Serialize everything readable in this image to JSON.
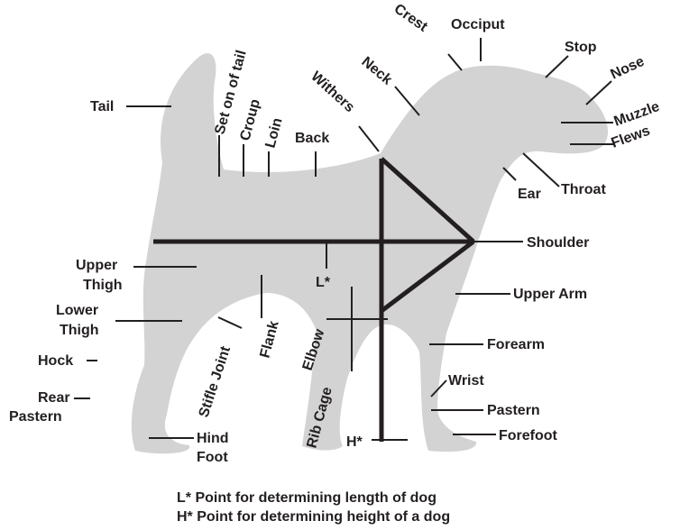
{
  "colors": {
    "background": "#ffffff",
    "silhouette": "#d3d3d3",
    "ink": "#231f20"
  },
  "labels": {
    "crest": "Crest",
    "occiput": "Occiput",
    "stop": "Stop",
    "nose": "Nose",
    "muzzle": "Muzzle",
    "flews": "Flews",
    "neck": "Neck",
    "withers": "Withers",
    "tail": "Tail",
    "set_on_of_tail": "Set on of tail",
    "croup": "Croup",
    "loin": "Loin",
    "back": "Back",
    "ear": "Ear",
    "throat": "Throat",
    "shoulder": "Shoulder",
    "upper_thigh_1": "Upper",
    "upper_thigh_2": "Thigh",
    "l_star": "L*",
    "upper_arm": "Upper Arm",
    "lower_thigh_1": "Lower",
    "lower_thigh_2": "Thigh",
    "flank": "Flank",
    "stifle_joint": "Stifle Joint",
    "elbow": "Elbow",
    "forearm": "Forearm",
    "hock": "Hock",
    "rib_cage": "Rib Cage",
    "wrist": "Wrist",
    "rear_pastern_1": "Rear",
    "rear_pastern_2": "Pastern",
    "pastern": "Pastern",
    "h_star": "H*",
    "forefoot": "Forefoot",
    "hind_foot_1": "Hind",
    "hind_foot_2": "Foot"
  },
  "legend": {
    "line1": "L* Point for determining length of dog",
    "line2": "H* Point for determining height of a dog"
  }
}
